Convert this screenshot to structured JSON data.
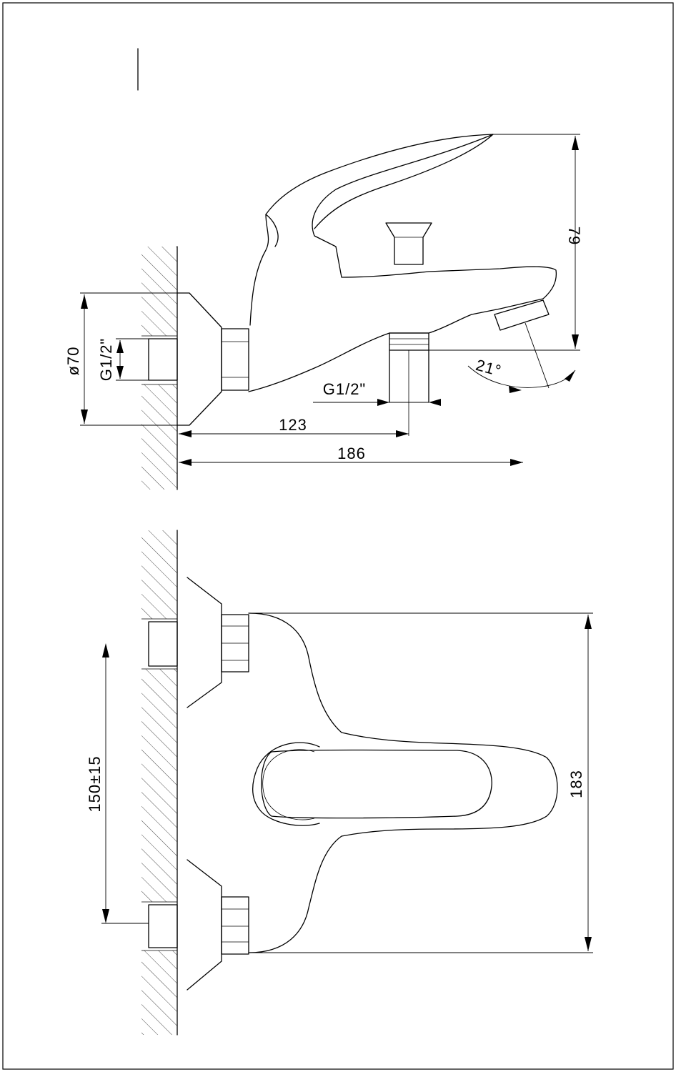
{
  "side_view": {
    "dimensions": {
      "flange_diameter": "ø70",
      "wall_thread": "G1/2\"",
      "outlet_thread": "G1/2\"",
      "height": "79",
      "spout_angle": "21°",
      "inlet_to_outlet": "123",
      "overall_length": "186"
    }
  },
  "top_view": {
    "dimensions": {
      "centers": "150±15",
      "width": "183"
    }
  }
}
